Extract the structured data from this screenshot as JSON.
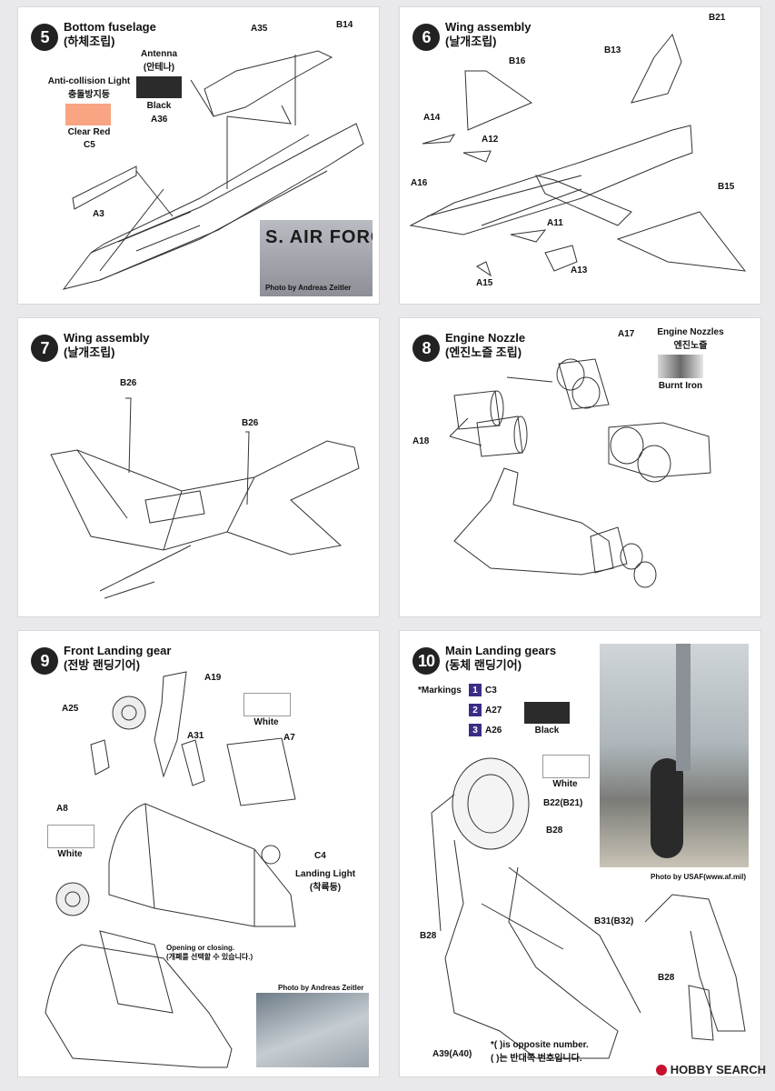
{
  "step5": {
    "num": "5",
    "title": "Bottom fuselage",
    "title_ko": "(하체조립)",
    "labels": {
      "a35": "A35",
      "b14": "B14",
      "a36": "A36",
      "c5": "C5",
      "a3": "A3"
    },
    "antenna": {
      "title": "Antenna",
      "title_ko": "(안테나)",
      "color_name": "Black",
      "color": "#2b2b2b"
    },
    "anticollision": {
      "title": "Anti-collision Light",
      "title_ko": "충돌방지등",
      "color_name": "Clear Red",
      "color": "#f9a482"
    },
    "photo_text": "S. AIR FORC",
    "photo_caption": "Photo by Andreas Zeitler"
  },
  "step6": {
    "num": "6",
    "title": "Wing assembly",
    "title_ko": "(날개조립)",
    "labels": {
      "b21": "B21",
      "b13": "B13",
      "b16": "B16",
      "a14": "A14",
      "a12": "A12",
      "a16": "A16",
      "b15": "B15",
      "a11": "A11",
      "a13": "A13",
      "a15": "A15"
    }
  },
  "step7": {
    "num": "7",
    "title": "Wing assembly",
    "title_ko": "(날개조립)",
    "labels": {
      "b26a": "B26",
      "b26b": "B26"
    }
  },
  "step8": {
    "num": "8",
    "title": "Engine Nozzle",
    "title_ko": "(엔진노즐 조립)",
    "labels": {
      "a17": "A17",
      "a18": "A18"
    },
    "paint": {
      "title": "Engine Nozzles",
      "title_ko": "엔진노즐",
      "color_name": "Burnt Iron"
    }
  },
  "step9": {
    "num": "9",
    "title": "Front Landing gear",
    "title_ko": "(전방 랜딩기어)",
    "labels": {
      "a19": "A19",
      "a25": "A25",
      "a31": "A31",
      "a7": "A7",
      "a8": "A8",
      "c4": "C4"
    },
    "white_a": "White",
    "white_b": "White",
    "landing_light": "Landing Light",
    "landing_light_ko": "(착륙등)",
    "opening": "Opening or closing.",
    "opening_ko": "(개폐를 선택할 수 있습니다.)",
    "photo_caption": "Photo by Andreas Zeitler"
  },
  "step10": {
    "num": "10",
    "title": "Main Landing gears",
    "title_ko": "(동체 랜딩기어)",
    "markings_label": "*Markings",
    "markings": [
      {
        "n": "1",
        "part": "C3"
      },
      {
        "n": "2",
        "part": "A27"
      },
      {
        "n": "3",
        "part": "A26"
      }
    ],
    "black": "Black",
    "white": "White",
    "labels": {
      "b22": "B22(B21)",
      "b28a": "B28",
      "b28b": "B28",
      "b31": "B31(B32)",
      "b28c": "B28",
      "a39": "A39(A40)"
    },
    "photo_caption": "Photo by USAF(www.af.mil)",
    "note": "*(   )is opposite number.",
    "note_ko": "(   )는 반대쪽 번호입니다."
  },
  "watermark": "HOBBY SEARCH"
}
